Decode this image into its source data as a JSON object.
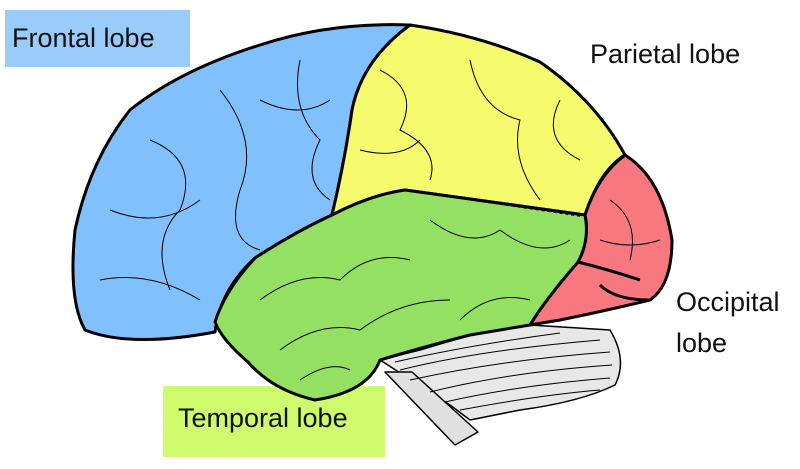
{
  "labels": {
    "frontal": "Frontal lobe",
    "parietal": "Parietal lobe",
    "occipital_line1": "Occipital",
    "occipital_line2": "lobe",
    "temporal": "Temporal lobe"
  },
  "colors": {
    "frontal": "#80c0fc",
    "frontal_label_bg": "#99cbfb",
    "parietal": "#f5fb6c",
    "occipital": "#f7787f",
    "temporal": "#93e063",
    "temporal_label_bg": "#cdfb6b",
    "cerebellum": "#e8e8e8",
    "outline": "#000000"
  }
}
